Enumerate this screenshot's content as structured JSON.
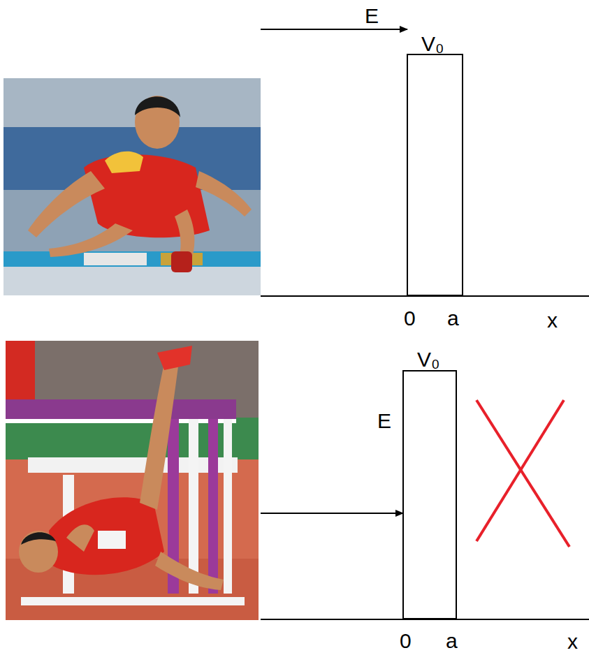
{
  "diagram": {
    "labels": [
      "E",
      "V₀",
      "0",
      "a",
      "x",
      "V₀",
      "E",
      "0",
      "a",
      "x"
    ]
  }
}
